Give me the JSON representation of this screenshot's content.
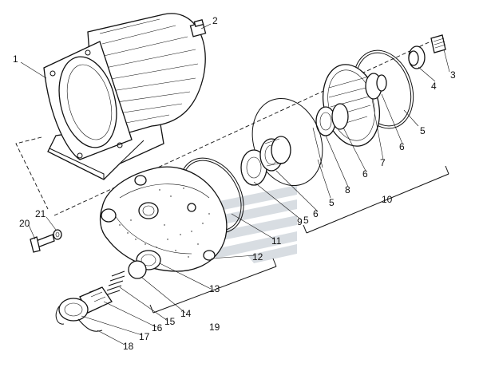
{
  "diagram": {
    "callouts": [
      "1",
      "2",
      "3",
      "4",
      "5",
      "5",
      "5",
      "6",
      "6",
      "6",
      "7",
      "8",
      "9",
      "10",
      "11",
      "12",
      "13",
      "14",
      "15",
      "16",
      "17",
      "18",
      "19",
      "20",
      "21"
    ]
  },
  "colors": {
    "ink": "#111111",
    "background": "#ffffff",
    "watermark": "#b9c2cc"
  },
  "watermark": {
    "type": "logo-stripes"
  }
}
